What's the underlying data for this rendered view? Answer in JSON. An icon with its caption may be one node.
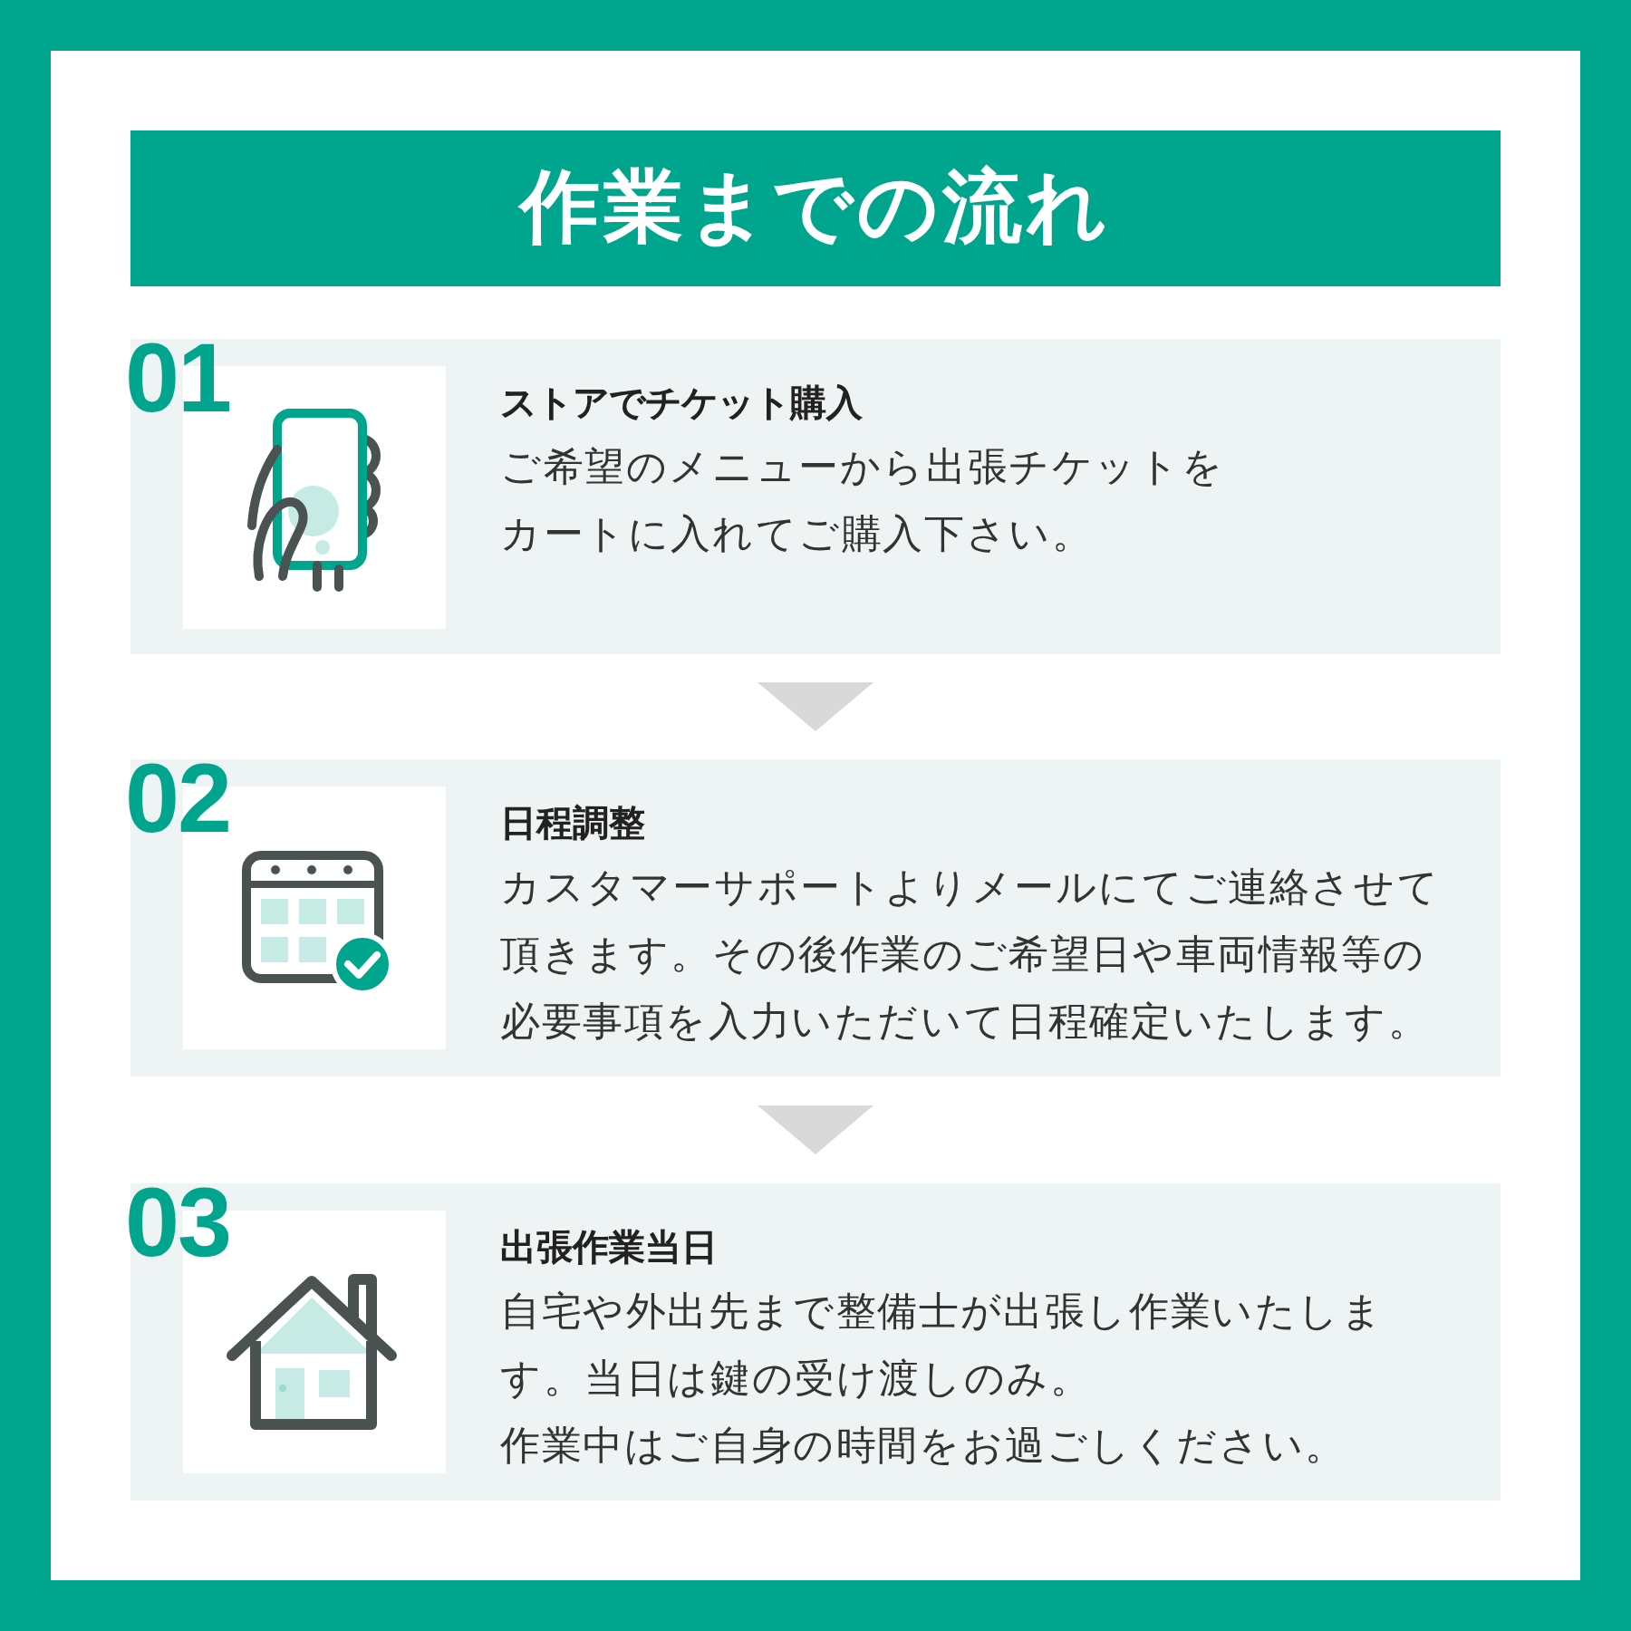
{
  "diagram": {
    "title": "作業までの流れ",
    "nodes": [
      {
        "text": [
          "01",
          "ストアでチケット購入",
          "ご希望のメニューから出張チケットをカートに入れてご購入下さい。"
        ]
      },
      {
        "text": [
          "02",
          "日程調整",
          "カスタマーサポートよりメールにてご連絡させて頂きます。その後作業のご希望日や車両情報等の必要事項を入力いただいて日程確定いたします。"
        ]
      },
      {
        "text": [
          "03",
          "出張作業当日",
          "自宅や外出先まで整備士が出張し作業いたします。当日は鍵の受け渡しのみ。",
          "作業中はご自身の時間をお過ごしください。"
        ]
      }
    ],
    "edges": [
      {
        "from": 0,
        "to": 1,
        "arrow": "to"
      },
      {
        "from": 1,
        "to": 2,
        "arrow": "to"
      }
    ]
  }
}
